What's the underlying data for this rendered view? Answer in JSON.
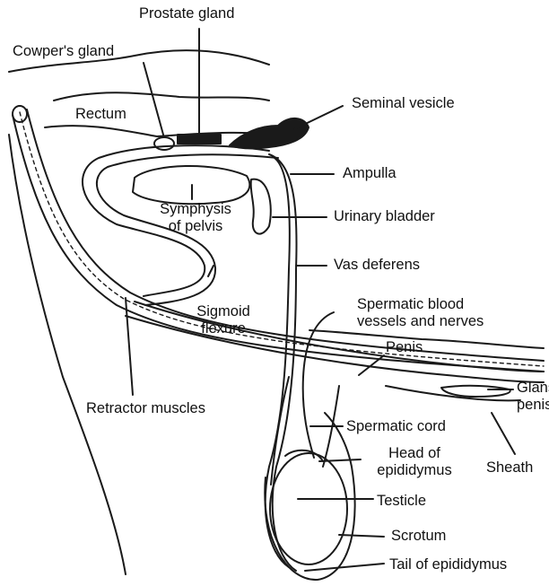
{
  "labels": {
    "prostate_gland": "Prostate gland",
    "cowpers_gland": "Cowper's gland",
    "rectum": "Rectum",
    "seminal_vesicle": "Seminal vesicle",
    "ampulla": "Ampulla",
    "symphysis_line1": "Symphysis",
    "symphysis_line2": "of pelvis",
    "urinary_bladder": "Urinary bladder",
    "vas_deferens": "Vas deferens",
    "spermatic_vessels_line1": "Spermatic blood",
    "spermatic_vessels_line2": "vessels and nerves",
    "sigmoid_line1": "Sigmoid",
    "sigmoid_line2": "flexure",
    "penis": "Penis",
    "glans_line1": "Glans",
    "glans_line2": "penis",
    "retractor_muscles": "Retractor muscles",
    "spermatic_cord": "Spermatic cord",
    "head_epididymis_line1": "Head of",
    "head_epididymis_line2": "epididymus",
    "sheath": "Sheath",
    "testicle": "Testicle",
    "scrotum": "Scrotum",
    "tail_of_epididymus": "Tail of epididymus"
  }
}
